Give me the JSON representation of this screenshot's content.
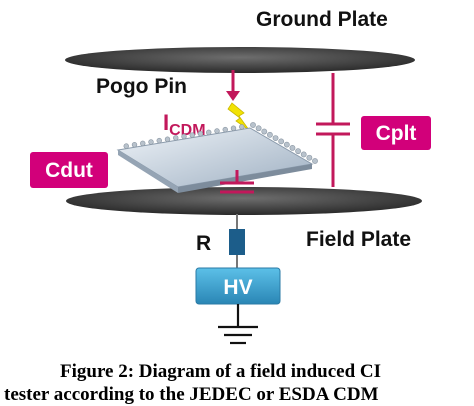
{
  "labels": {
    "ground_plate": "Ground Plate",
    "pogo_pin": "Pogo Pin",
    "icdm_main": "I",
    "icdm_sub": "CDM",
    "cplt": "Cplt",
    "cdut": "Cdut",
    "field_plate": "Field Plate",
    "r": "R",
    "hv": "HV"
  },
  "caption": {
    "line1": "Figure 2: Diagram of a field induced CI",
    "line2": "tester according to the JEDEC or ESDA CDM"
  },
  "colors": {
    "plate": "#3a3a3a",
    "magenta": "#d2007a",
    "capacitor": "#c2185b",
    "resistor": "#1c5d8a",
    "hv_box": "#3aa0cf",
    "current_text": "#c2185b",
    "lightning": "#f2e205"
  }
}
